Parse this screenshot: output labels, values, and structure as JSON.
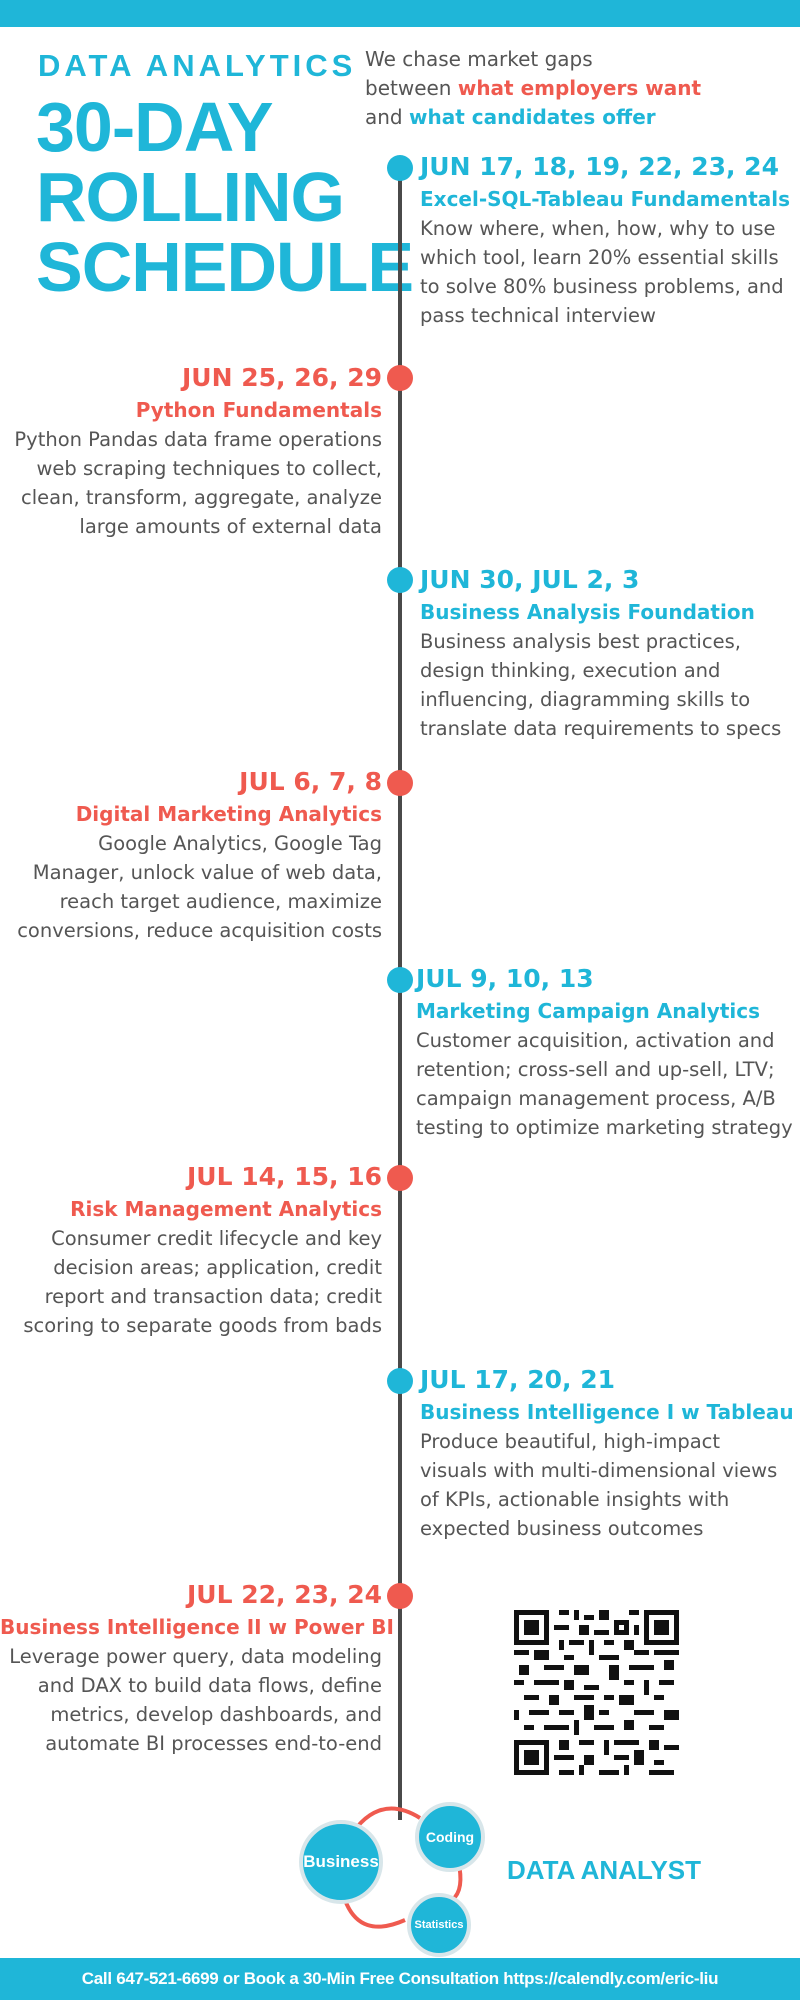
{
  "header": {
    "subtitle": "DATA ANALYTICS",
    "title_lines": [
      "30-DAY",
      "ROLLING",
      "SCHEDULE"
    ]
  },
  "intro": {
    "line1": "We chase market gaps",
    "line2_prefix": "between ",
    "line2_highlight": "what employers want",
    "line3_prefix": "and ",
    "line3_highlight": "what candidates offer"
  },
  "schedule": [
    {
      "date": "JUN 17, 18, 19, 22, 23, 24",
      "course": "Excel-SQL-Tableau Fundamentals",
      "desc": [
        "Know where, when, how, why to use",
        "which tool, learn 20% essential skills",
        "to solve 80% business problems, and",
        "pass technical interview"
      ]
    },
    {
      "date": "JUN 25, 26, 29",
      "course": "Python Fundamentals",
      "desc": [
        "Python Pandas data frame operations",
        "web scraping techniques to collect,",
        "clean, transform, aggregate, analyze",
        "large amounts of external data"
      ]
    },
    {
      "date": "JUN 30, JUL 2, 3",
      "course": "Business Analysis Foundation",
      "desc": [
        "Business analysis best practices,",
        "design thinking, execution and",
        "influencing, diagramming skills to",
        "translate data requirements to specs"
      ]
    },
    {
      "date": "JUL 6, 7, 8",
      "course": "Digital Marketing Analytics",
      "desc": [
        "Google Analytics, Google Tag",
        "Manager, unlock value of web data,",
        "reach target audience, maximize",
        "conversions, reduce acquisition costs"
      ]
    },
    {
      "date": "JUL 9, 10, 13",
      "course": "Marketing Campaign Analytics",
      "desc": [
        "Customer acquisition, activation and",
        "retention; cross-sell and up-sell, LTV;",
        "campaign management process, A/B",
        "testing to optimize marketing strategy"
      ]
    },
    {
      "date": "JUL 14, 15, 16",
      "course": "Risk Management Analytics",
      "desc": [
        "Consumer credit lifecycle and key",
        "decision areas; application, credit",
        "report and transaction data; credit",
        "scoring to separate goods from bads"
      ]
    },
    {
      "date": "JUL 17, 20, 21",
      "course": "Business Intelligence I w Tableau",
      "desc": [
        "Produce beautiful, high-impact",
        "visuals with multi-dimensional views",
        "of KPIs, actionable insights with",
        "expected business outcomes"
      ]
    },
    {
      "date": "JUL 22, 23, 24",
      "course": "Business Intelligence II w Power BI",
      "desc": [
        "Leverage power query, data modeling",
        "and DAX to build data flows, define",
        "metrics, develop dashboards, and",
        "automate BI processes end-to-end"
      ]
    }
  ],
  "skills": {
    "business": "Business",
    "coding": "Coding",
    "statistics": "Statistics"
  },
  "role_label": "DATA ANALYST",
  "footer": "Call 647-521-6699 or Book a 30-Min Free Consultation https://calendly.com/eric-liu",
  "colors": {
    "cyan": "#1fb6d8",
    "red": "#ef5a4f",
    "line": "#4a4a4a"
  }
}
